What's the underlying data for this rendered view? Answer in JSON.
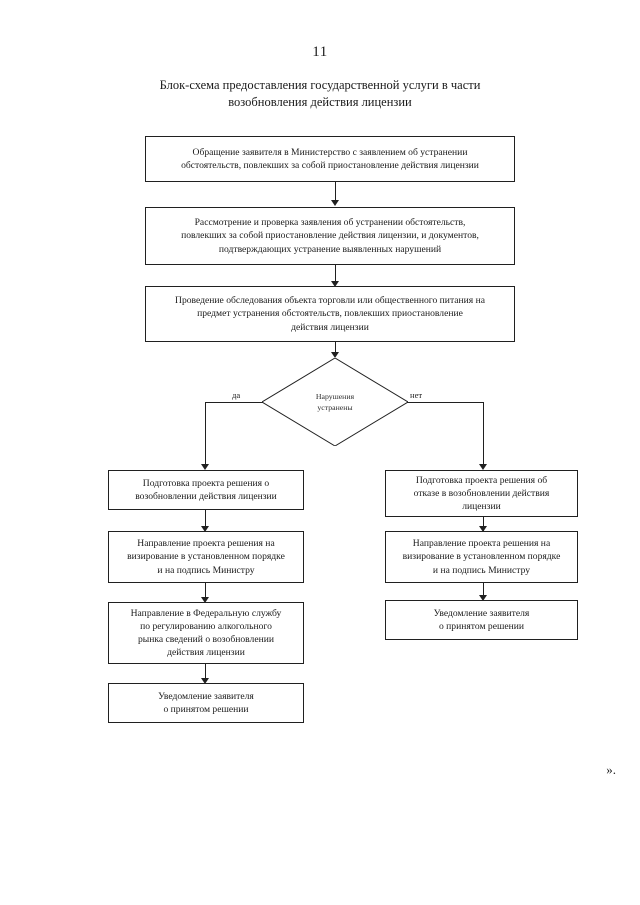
{
  "page": {
    "number": "11",
    "closing_mark": "».",
    "title_line1": "Блок-схема предоставления государственной услуги в части",
    "title_line2": "возобновления действия лицензии"
  },
  "flow": {
    "start": {
      "line1": "Обращение заявителя в Министерство с заявлением об устранении",
      "line2": "обстоятельств, повлекших за собой приостановление действия лицензии"
    },
    "review": {
      "line1": "Рассмотрение и проверка заявления об устранении обстоятельств,",
      "line2": "повлекших за собой приостановление действия лицензии, и документов,",
      "line3": "подтверждающих устранение выявленных нарушений"
    },
    "inspection": {
      "line1": "Проведение обследования объекта торговли или общественного питания на",
      "line2": "предмет устранения обстоятельств, повлекших приостановление",
      "line3": "действия лицензии"
    },
    "decision": {
      "line1": "Нарушения",
      "line2": "устранены",
      "yes_label": "да",
      "no_label": "нет"
    },
    "yes_branch": {
      "step1": {
        "line1": "Подготовка проекта решения о",
        "line2": "возобновлении действия лицензии"
      },
      "step2": {
        "line1": "Направление проекта решения на",
        "line2": "визирование в установленном порядке",
        "line3": "и на подпись Министру"
      },
      "step3": {
        "line1": "Направление в Федеральную службу",
        "line2": "по регулированию алкогольного",
        "line3": "рынка сведений о возобновлении",
        "line4": "действия лицензии"
      },
      "step4": {
        "line1": "Уведомление заявителя",
        "line2": "о принятом решении"
      }
    },
    "no_branch": {
      "step1": {
        "line1": "Подготовка проекта решения об",
        "line2": "отказе в возобновлении действия",
        "line3": "лицензии"
      },
      "step2": {
        "line1": "Направление проекта решения на",
        "line2": "визирование в установленном порядке",
        "line3": "и на подпись Министру"
      },
      "step3": {
        "line1": "Уведомление заявителя",
        "line2": "о принятом решении"
      }
    }
  },
  "colors": {
    "line": "#202020",
    "text": "#1a1a1a",
    "background": "#ffffff"
  }
}
